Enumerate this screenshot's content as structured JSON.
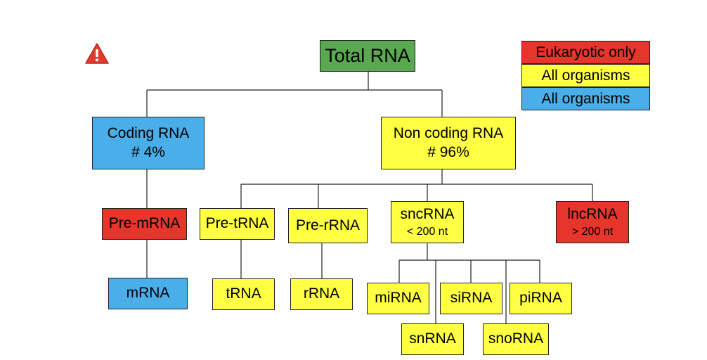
{
  "colors": {
    "green": "#5aa84f",
    "blue": "#4aaee8",
    "yellow": "#ffff44",
    "red": "#e6352a",
    "line": "#222222"
  },
  "legend": [
    {
      "label": "Eukaryotic only",
      "color": "red"
    },
    {
      "label": "All organisms",
      "color": "yellow"
    },
    {
      "label": "All organisms",
      "color": "blue"
    }
  ],
  "warning_icon": "warning-triangle-icon",
  "nodes": {
    "total_rna": {
      "label": "Total RNA",
      "color": "green"
    },
    "coding_rna": {
      "label": "Coding RNA",
      "sub": "# 4%",
      "color": "blue"
    },
    "non_coding_rna": {
      "label": "Non coding RNA",
      "sub": "# 96%",
      "color": "yellow"
    },
    "pre_mrna": {
      "label": "Pre-mRNA",
      "color": "red"
    },
    "mrna": {
      "label": "mRNA",
      "color": "blue"
    },
    "pre_trna": {
      "label": "Pre-tRNA",
      "color": "yellow"
    },
    "trna": {
      "label": "tRNA",
      "color": "yellow"
    },
    "pre_rrna": {
      "label": "Pre-rRNA",
      "color": "yellow"
    },
    "rrna": {
      "label": "rRNA",
      "color": "yellow"
    },
    "sncrna": {
      "label": "sncRNA",
      "sub": "< 200 nt",
      "color": "yellow"
    },
    "lncrna": {
      "label": "lncRNA",
      "sub": "> 200 nt",
      "color": "red"
    },
    "mirna": {
      "label": "miRNA",
      "color": "yellow"
    },
    "sirna": {
      "label": "siRNA",
      "color": "yellow"
    },
    "pirna": {
      "label": "piRNA",
      "color": "yellow"
    },
    "snrna": {
      "label": "snRNA",
      "color": "yellow"
    },
    "snorna": {
      "label": "snoRNA",
      "color": "yellow"
    }
  }
}
